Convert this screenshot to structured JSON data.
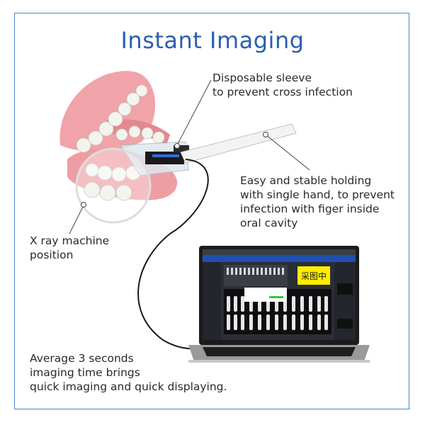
{
  "title": "Instant Imaging",
  "callouts": {
    "sleeve": "Disposable sleeve\nto prevent cross infection",
    "holding": "Easy and stable holding\nwith single hand, to prevent\ninfection with figer inside\noral cavity",
    "xray": "X ray machine\nposition",
    "speed": "Average 3 seconds\nimaging time brings\nquick imaging and quick displaying."
  },
  "laptop_screen": {
    "status_badge": "采图中"
  },
  "colors": {
    "title": "#2b5fb0",
    "frame": "#4a86c8",
    "gum": "#f0a3a8",
    "badge": "#ffee00"
  }
}
